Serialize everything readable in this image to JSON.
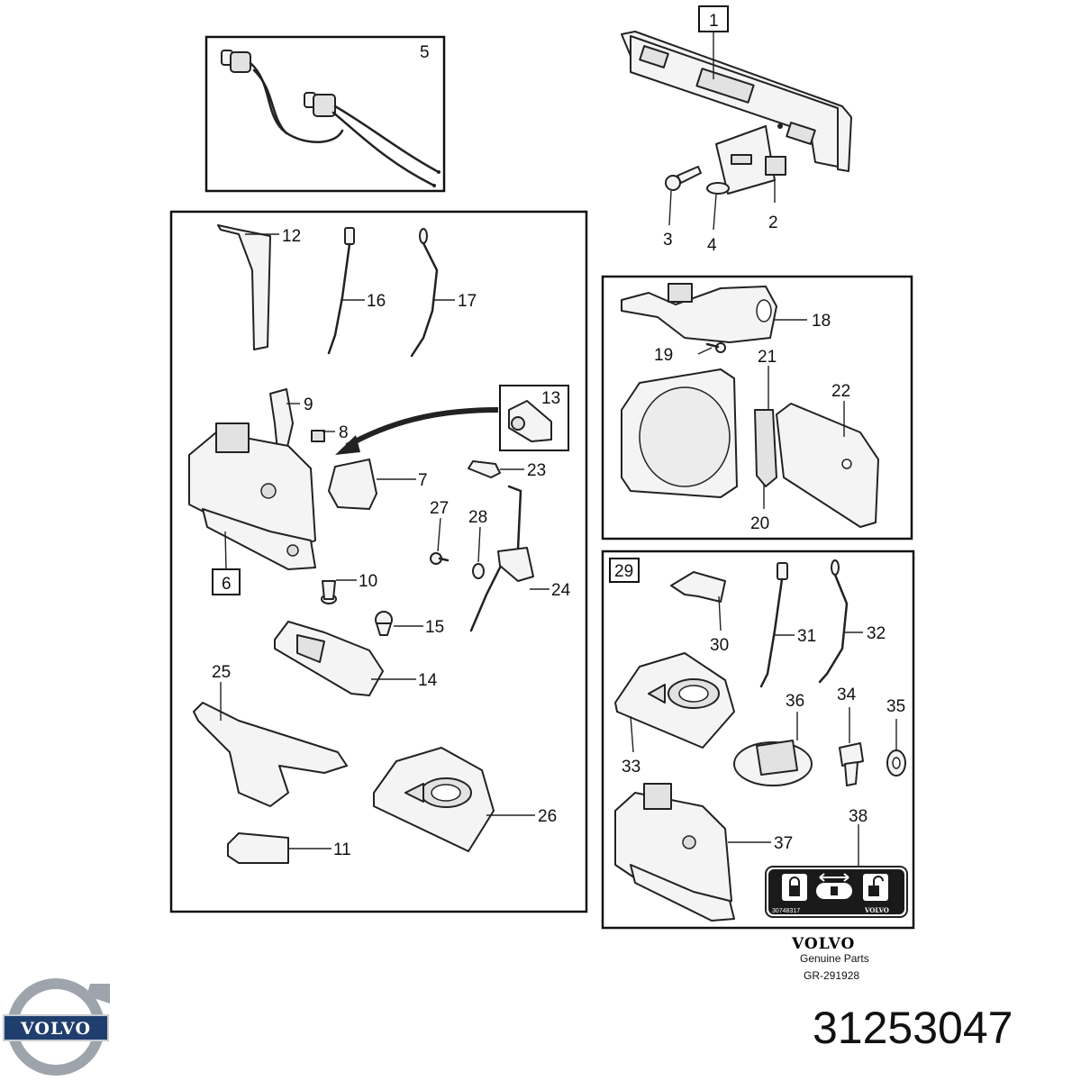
{
  "callouts": {
    "c1": "1",
    "c2": "2",
    "c3": "3",
    "c4": "4",
    "c5": "5",
    "c6": "6",
    "c7": "7",
    "c8": "8",
    "c9": "9",
    "c10": "10",
    "c11": "11",
    "c12": "12",
    "c13": "13",
    "c14": "14",
    "c15": "15",
    "c16": "16",
    "c17": "17",
    "c18": "18",
    "c19": "19",
    "c20": "20",
    "c21": "21",
    "c22": "22",
    "c23": "23",
    "c24": "24",
    "c25": "25",
    "c26": "26",
    "c27": "27",
    "c28": "28",
    "c29": "29",
    "c30": "30",
    "c31": "31",
    "c32": "32",
    "c33": "33",
    "c34": "34",
    "c35": "35",
    "c36": "36",
    "c37": "37",
    "c38": "38"
  },
  "label_decal": {
    "code": "30748317",
    "brand": "VOLVO"
  },
  "footer": {
    "brand": "VOLVO",
    "subtitle": "Genuine Parts",
    "ref": "GR-291928"
  },
  "logo": {
    "wordmark": "VOLVO"
  },
  "part_number": "31253047",
  "colors": {
    "line": "#222222",
    "logo_blue": "#1f3e6e",
    "logo_silver": "#9ea4ab"
  }
}
